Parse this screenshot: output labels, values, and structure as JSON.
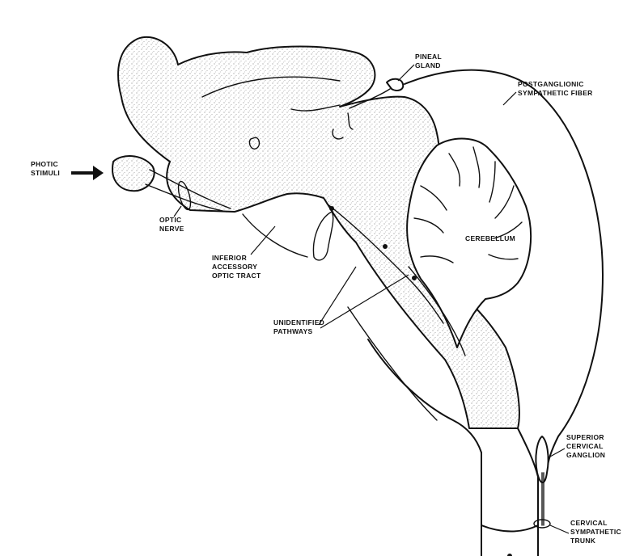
{
  "labels": {
    "pineal_gland": [
      "PINEAL",
      "GLAND"
    ],
    "postganglionic": [
      "POSTGANGLIONIC",
      "SYMPATHETIC FIBER"
    ],
    "photic_stimuli": [
      "PHOTIC",
      "STIMULI"
    ],
    "optic_nerve": [
      "OPTIC",
      "NERVE"
    ],
    "cerebellum": [
      "CEREBELLUM"
    ],
    "inferior_tract": [
      "INFERIOR",
      "ACCESSORY",
      "OPTIC TRACT"
    ],
    "unidentified": [
      "UNIDENTIFIED",
      "PATHWAYS"
    ],
    "superior_ganglion": [
      "SUPERIOR",
      "CERVICAL",
      "GANGLION"
    ],
    "cervical_trunk": [
      "CERVICAL",
      "SYMPATHETIC",
      "TRUNK"
    ]
  },
  "colors": {
    "ink": "#111111",
    "stipple": "#8a8a8a",
    "background": "#ffffff"
  }
}
